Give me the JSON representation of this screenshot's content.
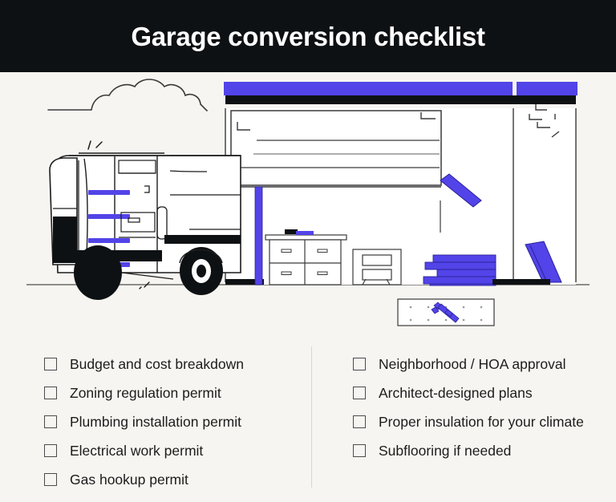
{
  "header": {
    "title": "Garage conversion checklist",
    "background_color": "#0E1114",
    "text_color": "#FFFFFF"
  },
  "theme": {
    "page_background": "#F7F5F1",
    "accent_purple": "#5244E8",
    "ink": "#1C1C1C",
    "line": "#3A3A3A",
    "divider": "#DAD7D0"
  },
  "illustration": {
    "name": "garage-conversion-scene",
    "elements": [
      "cloud",
      "van",
      "garage-building",
      "open-garage-door",
      "workbench-with-drawers",
      "storage-cabinet",
      "pegboard-with-wrench",
      "stacked-lumber",
      "leaning-board",
      "ground-line"
    ]
  },
  "checklist": {
    "left_column": [
      {
        "label": "Budget and cost breakdown",
        "checked": false
      },
      {
        "label": "Zoning regulation permit",
        "checked": false
      },
      {
        "label": "Plumbing installation permit",
        "checked": false
      },
      {
        "label": "Electrical work permit",
        "checked": false
      },
      {
        "label": "Gas hookup permit",
        "checked": false
      }
    ],
    "right_column": [
      {
        "label": "Neighborhood / HOA approval",
        "checked": false
      },
      {
        "label": "Architect-designed plans",
        "checked": false
      },
      {
        "label": "Proper insulation for your climate",
        "checked": false
      },
      {
        "label": "Subflooring if needed",
        "checked": false
      }
    ]
  }
}
